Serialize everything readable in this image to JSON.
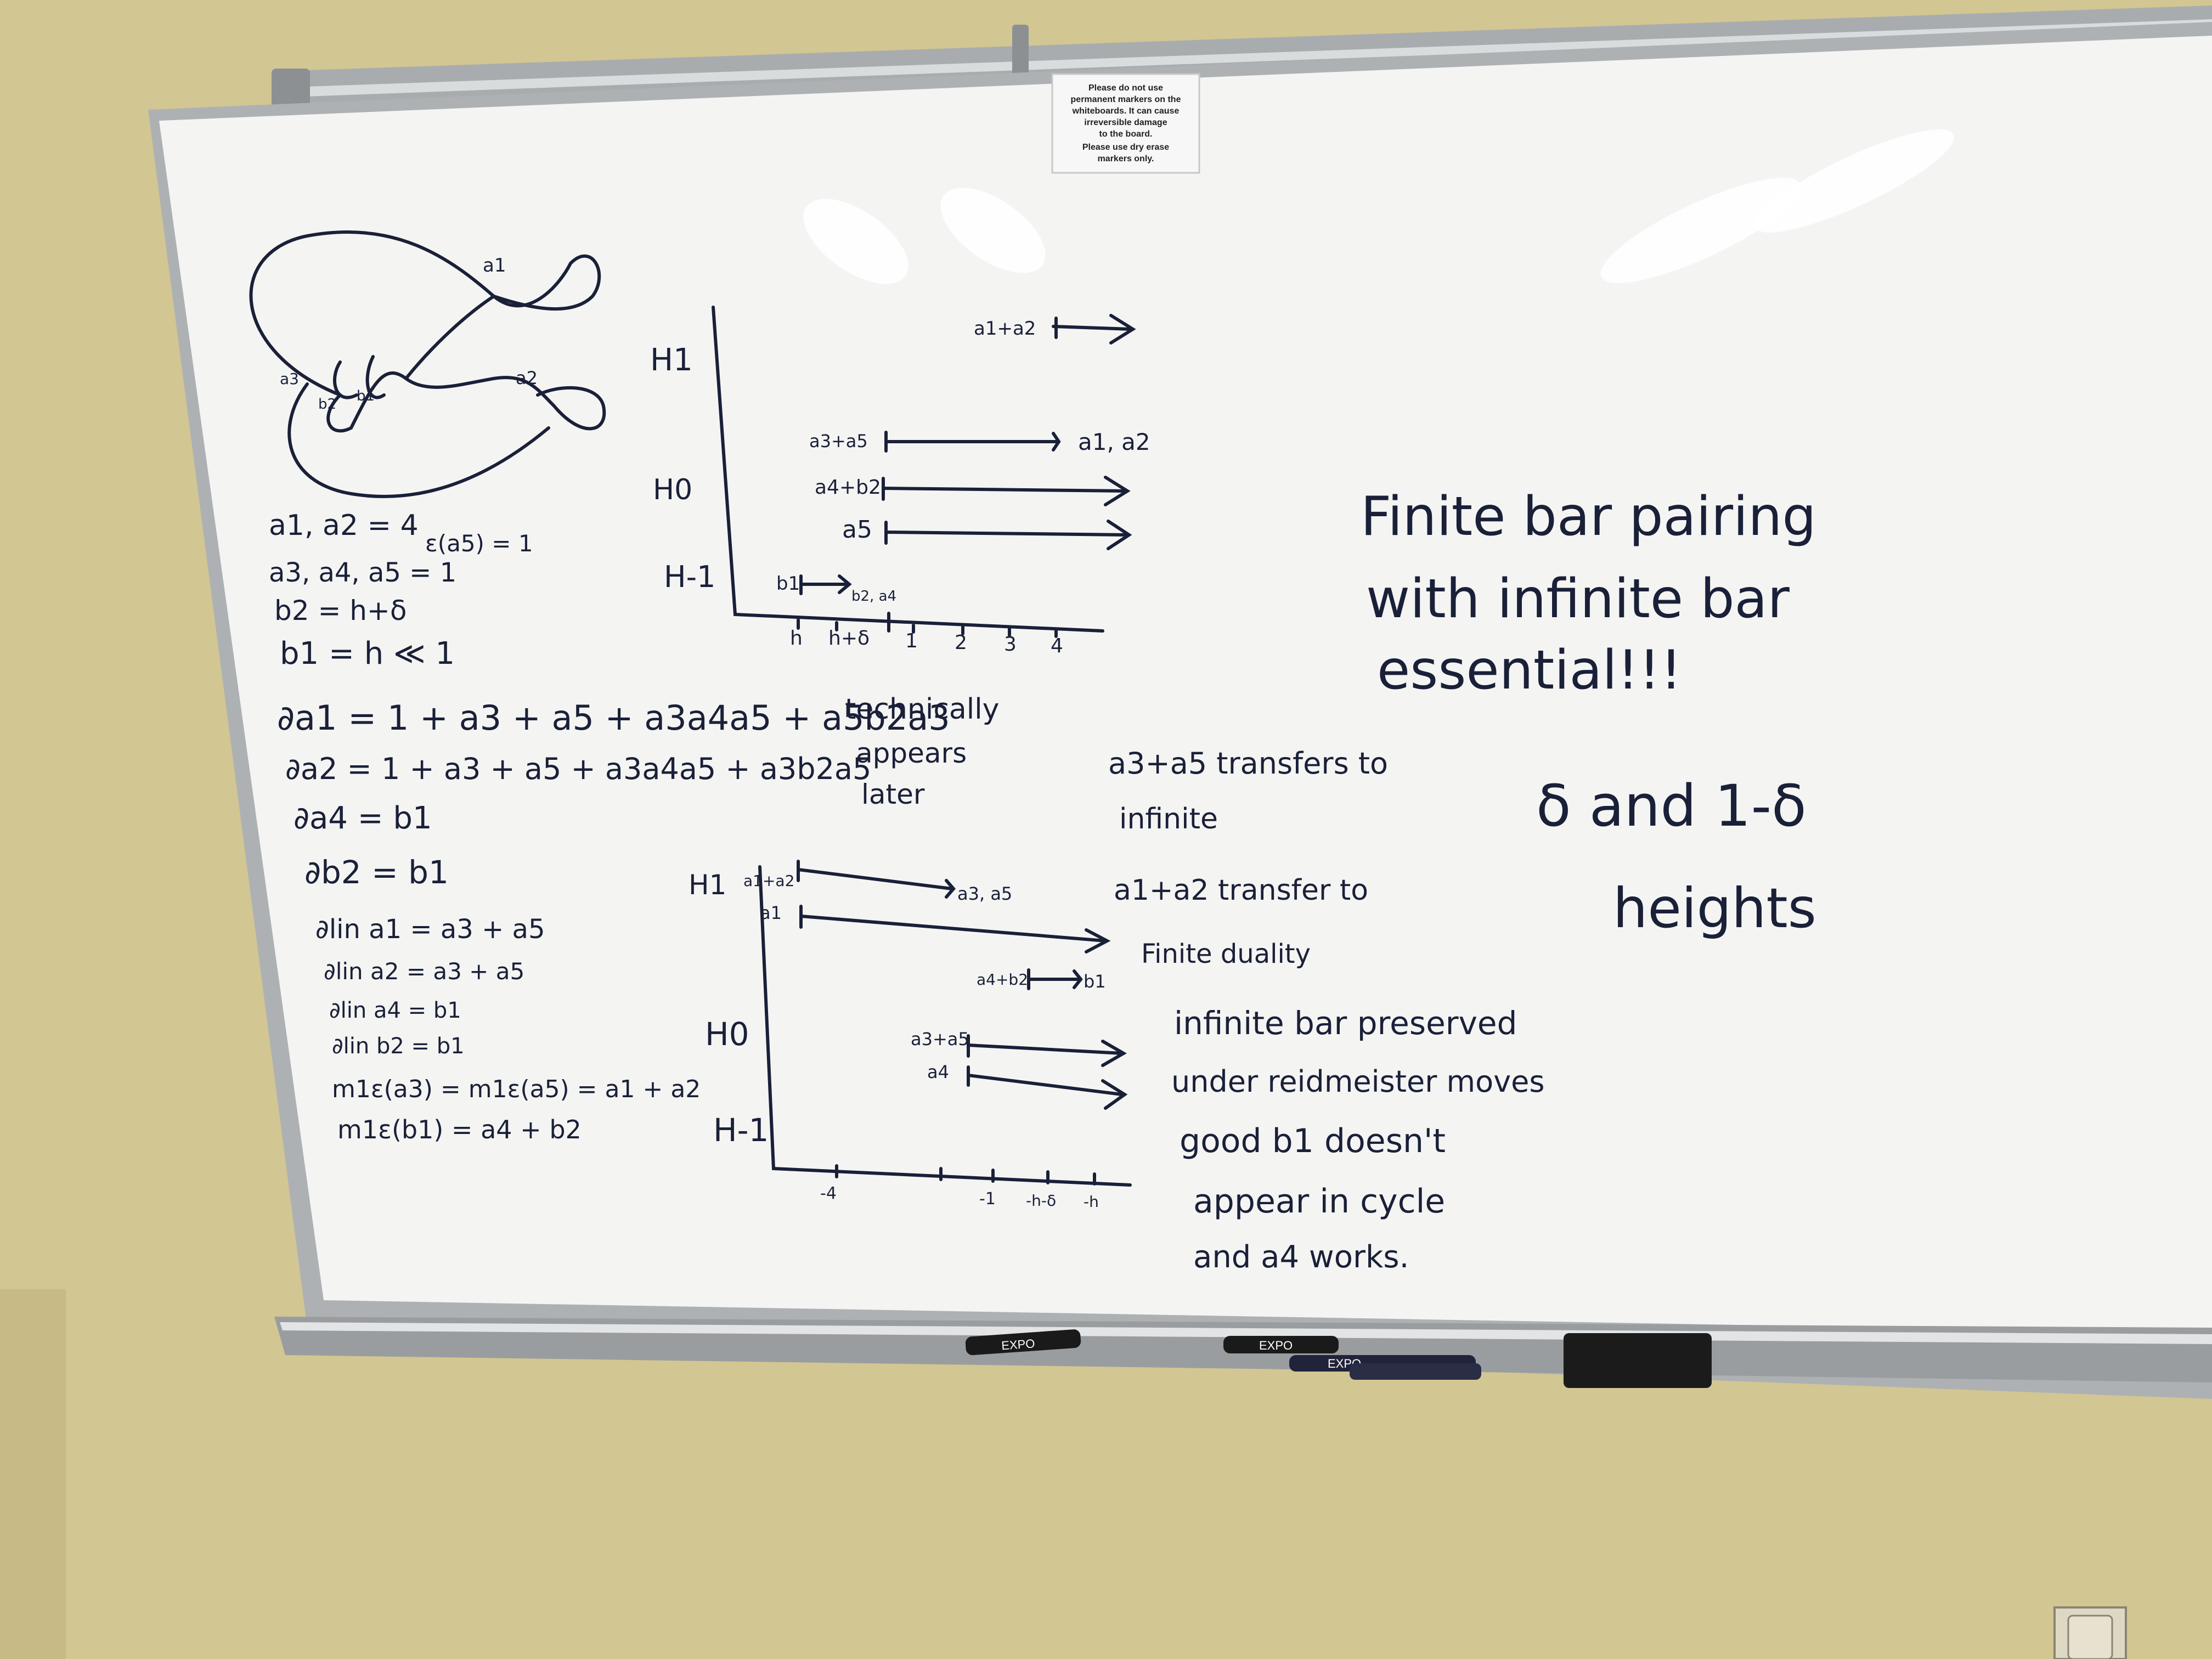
{
  "notice": {
    "lines": [
      "Please do not use",
      "permanent markers on the",
      "whiteboards. It can cause",
      "irreversible damage",
      "to the board.",
      "Please use dry erase",
      "markers only."
    ]
  },
  "knot": {
    "labels": [
      "a1",
      "a2",
      "a3",
      "b2",
      "b1"
    ]
  },
  "definitions": [
    "a1, a2 = 4",
    "ε(a5) = 1",
    "a3, a4, a5 = 1",
    "b2 = h+δ",
    "b1 = h ≪ 1"
  ],
  "differentials": [
    "∂a1 = 1 + a3 + a5 + a3a4a5 + a5b2a3",
    "∂a2 = 1 + a3 + a5 + a3a4a5 + a3b2a5",
    "∂a4 = b1",
    "∂b2 = b1",
    "∂lin a1 = a3 + a5",
    "∂lin a2 = a3 + a5",
    "∂lin a4 = b1",
    "∂lin b2 = b1",
    "m1ε(a3) = m1ε(a5) = a1 + a2",
    "m1ε(b1) = a4 + b2"
  ],
  "side_note": [
    "technically",
    "appears",
    "later"
  ],
  "barcode_top": {
    "levels": [
      "H1",
      "H0",
      "H-1"
    ],
    "ticks": [
      "h",
      "h+δ",
      "1",
      "2",
      "3",
      "4"
    ],
    "bars": [
      {
        "label": "a1+a2",
        "end_label": ""
      },
      {
        "label": "a3+a5",
        "end_label": "a1, a2"
      },
      {
        "label": "a4+b2",
        "end_label": ""
      },
      {
        "label": "a5",
        "end_label": ""
      },
      {
        "label": "b1",
        "end_label": "b2, a4"
      }
    ]
  },
  "barcode_bottom": {
    "levels": [
      "H1",
      "H0",
      "H-1"
    ],
    "ticks": [
      "-4",
      "-1",
      "-h-δ",
      "-h"
    ],
    "bars": [
      {
        "label": "a1+a2",
        "end_label": "a3, a5"
      },
      {
        "label": "a1",
        "end_label": ""
      },
      {
        "label": "a4+b2",
        "end_label": "b1"
      },
      {
        "label": "a3+a5",
        "end_label": ""
      },
      {
        "label": "a4",
        "end_label": ""
      }
    ]
  },
  "notes_middle": [
    "a3+a5 transfers to",
    "infinite",
    "a1+a2 transfer to",
    "Finite duality"
  ],
  "notes_bottom": [
    "infinite bar preserved",
    "under reidmeister moves",
    "good b1 doesn't",
    "appear in cycle",
    "and a4 works."
  ],
  "notes_right": [
    "Finite bar pairing",
    "with infinite bar",
    "essential!!!"
  ],
  "notes_right2": [
    "δ and 1-δ",
    "heights"
  ],
  "markers": [
    "EXPO",
    "EXPO",
    "EXPO"
  ],
  "colors": {
    "wall": "#d3c794",
    "board": "#f4f5f3",
    "frame": "#b9bcbf",
    "ink": "#1a2038"
  }
}
